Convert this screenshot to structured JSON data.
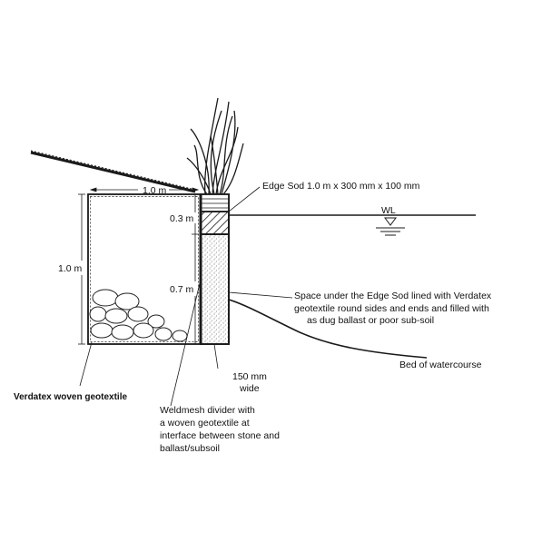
{
  "labels": {
    "top_width": "1.0 m",
    "height_upper": "0.3 m",
    "height_total": "1.0 m",
    "height_lower": "0.7 m",
    "edge_sod": "Edge Sod 1.0 m x 300 mm x 100 mm",
    "water_level": "WL",
    "space_line1": "Space under the Edge Sod lined with Verdatex",
    "space_line2": "geotextile round sides and ends and filled with",
    "space_line3": "as dug ballast or poor sub-soil",
    "bed": "Bed of watercourse",
    "width_value": "150 mm",
    "width_unit": "wide",
    "geotextile": "Verdatex woven geotextile",
    "divider_line1": "Weldmesh divider with",
    "divider_line2": "a woven geotextile at",
    "divider_line3": "interface between stone and",
    "divider_line4": "ballast/subsoil"
  }
}
